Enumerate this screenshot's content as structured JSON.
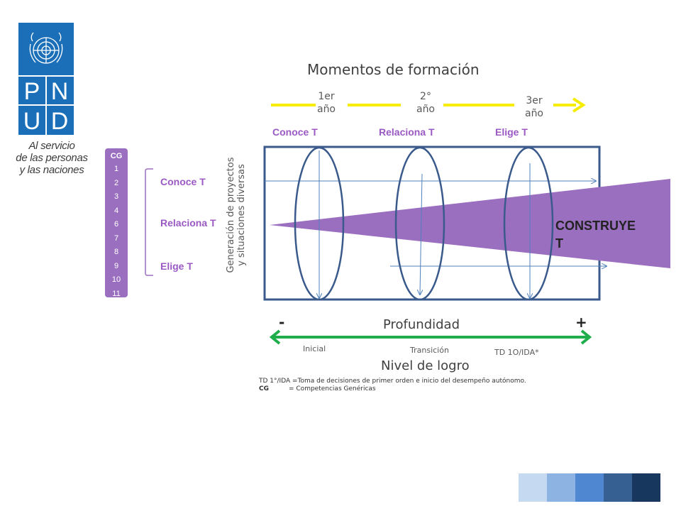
{
  "logo": {
    "letters": [
      "P",
      "N",
      "U",
      "D"
    ],
    "tagline": [
      "Al servicio",
      "de las personas",
      "y las naciones"
    ]
  },
  "title": "Momentos de formación",
  "years": [
    {
      "line1": "1er",
      "line2": "año"
    },
    {
      "line1": "2°",
      "line2": "año"
    },
    {
      "line1": "3er",
      "line2": "año"
    }
  ],
  "stages": [
    "Conoce T",
    "Relaciona  T",
    "Elige  T"
  ],
  "cg": {
    "header": "CG",
    "numbers": [
      "1",
      "2",
      "3",
      "4",
      "6",
      "7",
      "8",
      "9",
      "10",
      "11"
    ]
  },
  "left_labels": [
    "Conoce T",
    "Relaciona  T",
    "Elige  T"
  ],
  "vertical_label": [
    "Generación de proyectos",
    "y situaciones diversas"
  ],
  "construye": [
    "CONSTRUYE",
    "T"
  ],
  "depth": {
    "minus": "-",
    "plus": "+",
    "label": "Profundidad"
  },
  "levels": [
    "Inicial",
    "Transición",
    "TD 1O/IDA*"
  ],
  "nivel_label": "Nivel de logro",
  "footnote": {
    "line1": "TD 1°/IDA =Toma de decisiones de primer orden e inicio del desempeño autónomo.",
    "line2_abbr": "CG",
    "line2_text": "= Competencias Genéricas"
  },
  "colors": {
    "logo_blue": "#1a6fb8",
    "purple": "#9b6fc0",
    "purple_text": "#9b59c4",
    "yellow": "#f5ec00",
    "green": "#1fae4b",
    "frame": "#3a5a8c"
  },
  "swatches": [
    "#c5d9f1",
    "#8db3e2",
    "#4f88d0",
    "#366092",
    "#17375e"
  ]
}
